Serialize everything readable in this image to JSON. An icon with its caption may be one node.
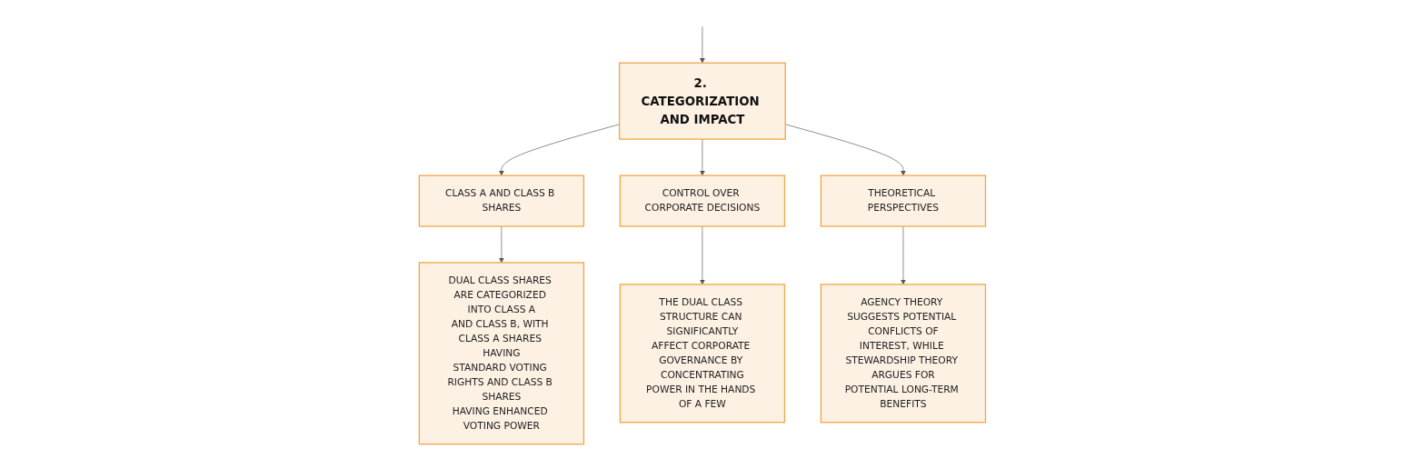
{
  "diagram": {
    "nodes": [
      {
        "text": [
          "2. CATEGORIZATION AND IMPACT"
        ]
      },
      {
        "text": [
          "CLASS A AND CLASS B SHARES"
        ]
      },
      {
        "text": [
          "CONTROL OVER CORPORATE DECISIONS"
        ]
      },
      {
        "text": [
          "THEORETICAL PERSPECTIVES"
        ]
      },
      {
        "text": [
          "DUAL CLASS SHARES ARE CATEGORIZED INTO CLASS A AND CLASS B, WITH CLASS A SHARES HAVING STANDARD VOTING RIGHTS AND CLASS B SHARES HAVING ENHANCED VOTING POWER"
        ]
      },
      {
        "text": [
          "THE DUAL CLASS STRUCTURE CAN SIGNIFICANTLY AFFECT CORPORATE GOVERNANCE BY CONCENTRATING POWER IN THE HANDS OF A FEW"
        ]
      },
      {
        "text": [
          "AGENCY THEORY SUGGESTS POTENTIAL CONFLICTS OF INTEREST, WHILE STEWARDSHIP THEORY ARGUES FOR POTENTIAL LONG-TERM BENEFITS"
        ]
      }
    ],
    "edges": [
      {
        "from": null,
        "to": 0,
        "arrow": "to"
      },
      {
        "from": 0,
        "to": 1,
        "arrow": "to"
      },
      {
        "from": 0,
        "to": 2,
        "arrow": "to"
      },
      {
        "from": 0,
        "to": 3,
        "arrow": "to"
      },
      {
        "from": 1,
        "to": 4,
        "arrow": "to"
      },
      {
        "from": 2,
        "to": 5,
        "arrow": "to"
      },
      {
        "from": 3,
        "to": 6,
        "arrow": "to"
      }
    ]
  }
}
